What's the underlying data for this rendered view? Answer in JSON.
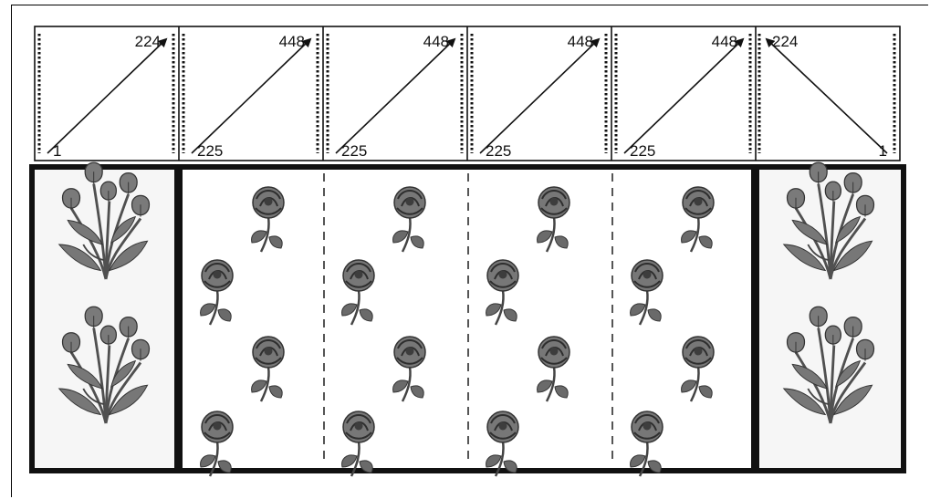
{
  "diagram": {
    "top_panels": [
      {
        "start_label": "1",
        "end_label": "224",
        "direction": "up-right"
      },
      {
        "start_label": "225",
        "end_label": "448",
        "direction": "up-right"
      },
      {
        "start_label": "225",
        "end_label": "448",
        "direction": "up-right"
      },
      {
        "start_label": "225",
        "end_label": "448",
        "direction": "up-right"
      },
      {
        "start_label": "225",
        "end_label": "448",
        "direction": "up-right"
      },
      {
        "start_label": "1",
        "end_label": "224",
        "direction": "up-left"
      }
    ],
    "bottom_strips": [
      {
        "motif": "tulip-bouquet-icon",
        "count": 2
      },
      {
        "motif": "rose-icon",
        "count": 4
      },
      {
        "motif": "rose-icon",
        "count": 4
      },
      {
        "motif": "rose-icon",
        "count": 4
      },
      {
        "motif": "rose-icon",
        "count": 4
      },
      {
        "motif": "tulip-bouquet-icon",
        "count": 2
      }
    ],
    "colors": {
      "ink": "#111111",
      "flower": "#6e6e6e",
      "flower_dark": "#3c3c3c",
      "strip_bg": "#f7f7f7"
    }
  }
}
